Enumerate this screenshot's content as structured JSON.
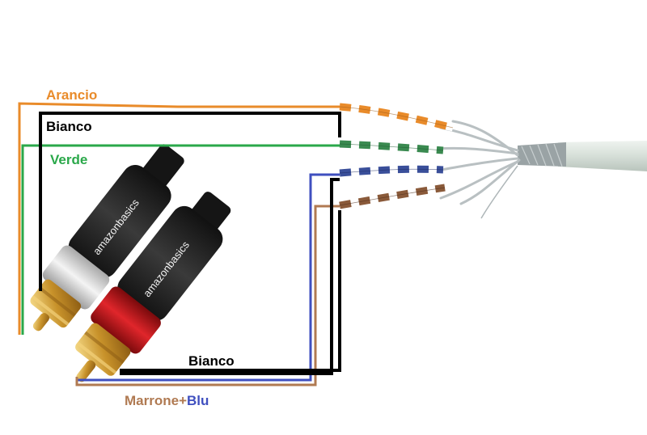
{
  "labels": {
    "arancio": "Arancio",
    "bianco_top": "Bianco",
    "verde": "Verde",
    "bianco_bottom": "Bianco",
    "marrone": "Marrone",
    "plus": "+",
    "blu": "Blu"
  },
  "rca_brand": "amazonbasics",
  "colors": {
    "orange": "#e98b2a",
    "black": "#000000",
    "green": "#2aa84a",
    "blue": "#3f4fbf",
    "brown": "#b07a52",
    "cable_jacket": "#d9e3dc",
    "rca_red": "#c4141a",
    "rca_white": "#d8d8d8",
    "gold": "#d9a93a"
  }
}
